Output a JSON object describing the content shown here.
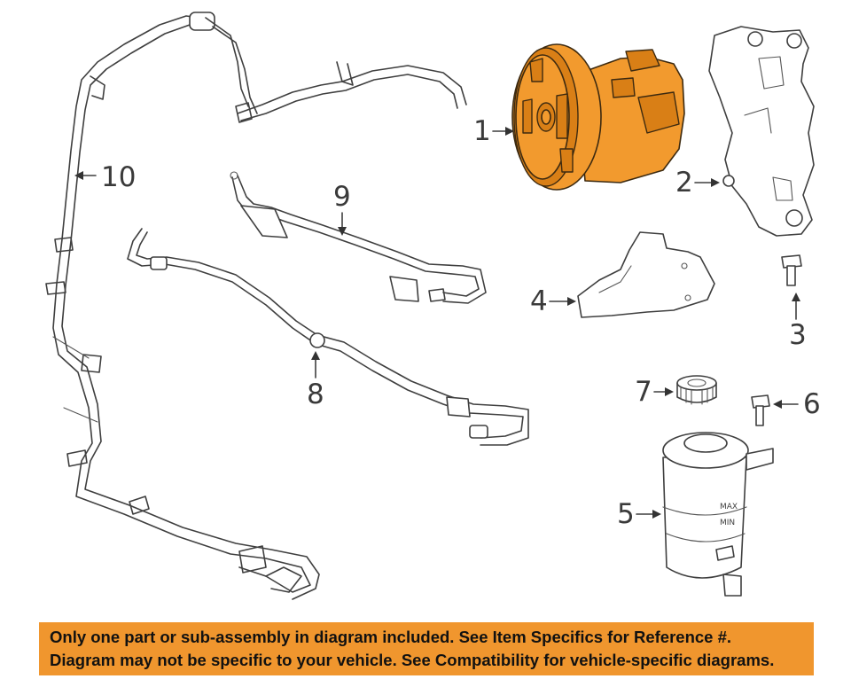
{
  "callouts": {
    "c1": "1",
    "c2": "2",
    "c3": "3",
    "c4": "4",
    "c5": "5",
    "c6": "6",
    "c7": "7",
    "c8": "8",
    "c9": "9",
    "c10": "10"
  },
  "reservoir_marks": {
    "max": "MAX",
    "min": "MIN"
  },
  "banner": {
    "line1": "Only one part or sub-assembly in diagram included. See Item Specifics for Reference #.",
    "line2": "Diagram may not be specific to your vehicle. See Compatibility for vehicle-specific diagrams."
  },
  "colors": {
    "highlight": "#f29a2e",
    "banner": "#f0962e",
    "linework": "#3f3f3f"
  }
}
